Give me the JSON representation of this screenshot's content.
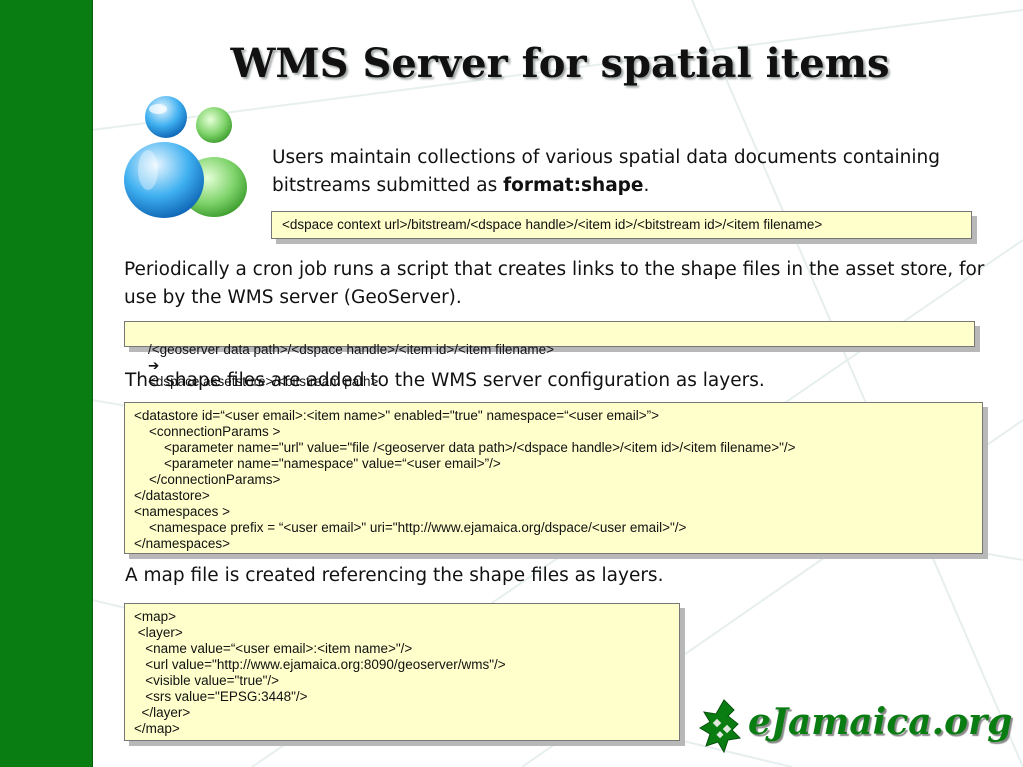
{
  "slide": {
    "title": "WMS Server for spatial items",
    "intro": {
      "text_before": "Users maintain collections of various spatial data documents containing bitstreams submitted as ",
      "bold": "format:shape",
      "text_after": "."
    },
    "box1": "<dspace context url>/bitstream/<dspace handle>/<item id>/<bitstream id>/<item filename>",
    "para2": "Periodically a cron job runs a script that creates links to the shape files in the asset store, for use by the WMS server (GeoServer).",
    "box2": {
      "left": "/<geoserver data path>/<dspace handle>/<item id>/<item filename>",
      "arrow": "➔",
      "right": "<dspace assetstore>/<bitstream path>"
    },
    "para3": "The shape files are added to the WMS server configuration as layers.",
    "box3_lines": [
      "<datastore id=“<user email>:<item name>\" enabled=\"true\" namespace=“<user email>”>",
      "    <connectionParams >",
      "        <parameter name=\"url\" value=\"file /<geoserver data path>/<dspace handle>/<item id>/<item filename>\"/>",
      "        <parameter name=\"namespace\" value=“<user email>”/>",
      "    </connectionParams>",
      "</datastore>",
      "<namespaces >",
      "    <namespace prefix = “<user email>\" uri=\"http://www.ejamaica.org/dspace/<user email>\"/>",
      "</namespaces>"
    ],
    "para4": "A map file is created referencing the shape files as layers.",
    "box4_lines": [
      "<map>",
      " <layer>",
      "   <name value=“<user email>:<item name>\"/>",
      "   <url value=\"http://www.ejamaica.org:8090/geoserver/wms\"/>",
      "   <visible value=\"true\"/>",
      "   <srs value=\"EPSG:3448\"/>",
      "  </layer>",
      "</map>"
    ],
    "logo_text": "eJamaica.org"
  },
  "colors": {
    "sidebar_green": "#0a7d12",
    "code_box_bg": "#ffffcc",
    "logo_green": "#0a7d12"
  },
  "icons": [
    "users-icon",
    "ejamaica-logo-icon",
    "arrow-right-icon"
  ]
}
